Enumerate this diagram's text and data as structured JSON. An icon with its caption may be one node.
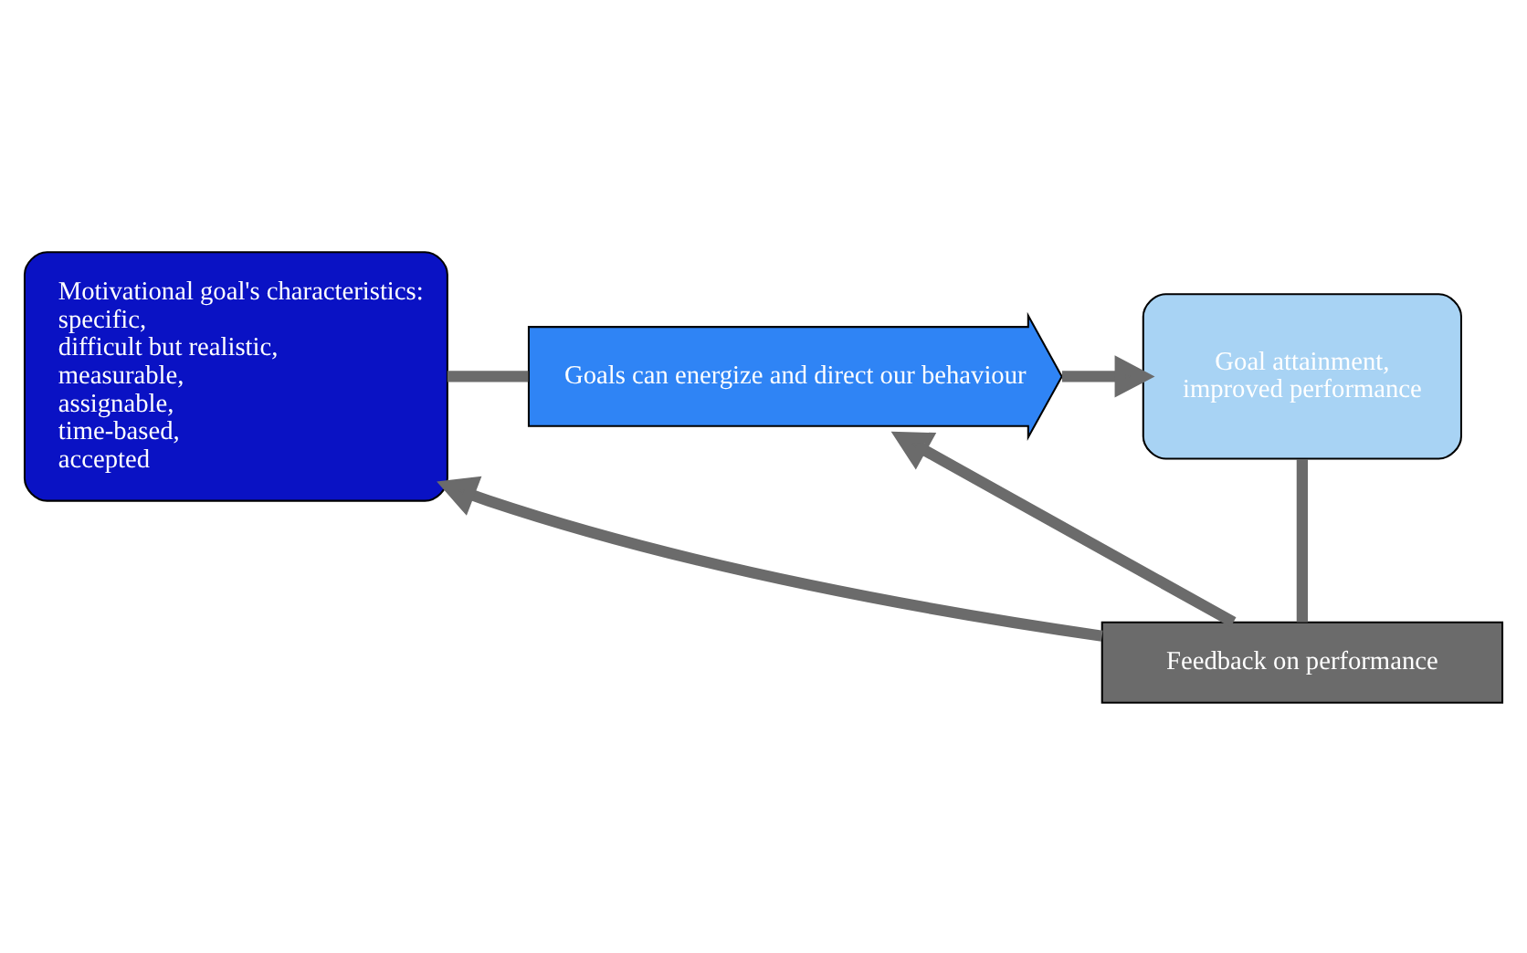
{
  "diagram": {
    "nodes": [
      {
        "text": [
          "Motivational goal's characteristics:",
          "specific,",
          "difficult but realistic,",
          "measurable,",
          "assignable,",
          "time-based,",
          "accepted"
        ]
      },
      {
        "text": [
          "Goals can energize and direct our behaviour"
        ]
      },
      {
        "text": [
          "Goal attainment,",
          "improved performance"
        ]
      },
      {
        "text": [
          "Feedback on performance"
        ]
      }
    ],
    "edges": [
      {
        "from": 0,
        "to": 1,
        "arrow": "none"
      },
      {
        "from": 1,
        "to": 2,
        "arrow": "to"
      },
      {
        "from": 2,
        "to": 3,
        "arrow": "none"
      },
      {
        "from": 3,
        "to": 0,
        "arrow": "to"
      },
      {
        "from": 3,
        "to": 1,
        "arrow": "to"
      }
    ]
  }
}
